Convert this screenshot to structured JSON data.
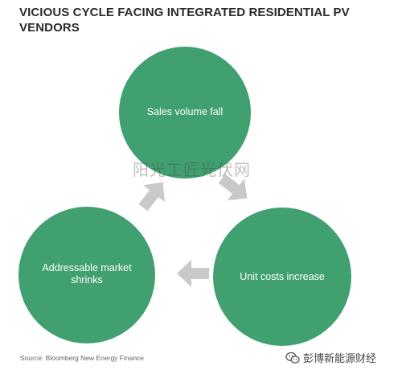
{
  "title": "VICIOUS CYCLE FACING INTEGRATED RESIDENTIAL PV VENDORS",
  "diagram": {
    "nodes": [
      {
        "id": "sales",
        "label": "Sales volume fall"
      },
      {
        "id": "costs",
        "label": "Unit costs increase"
      },
      {
        "id": "market",
        "label": "Addressable market shrinks"
      }
    ],
    "node_color": "#41a070",
    "arrow_color": "#c9c9c9"
  },
  "watermark": "阳光工匠光伏网",
  "source": "Source:  Bloomberg New Energy Finance",
  "social": {
    "icon": "wechat-icon",
    "account": "彭博新能源财经"
  }
}
